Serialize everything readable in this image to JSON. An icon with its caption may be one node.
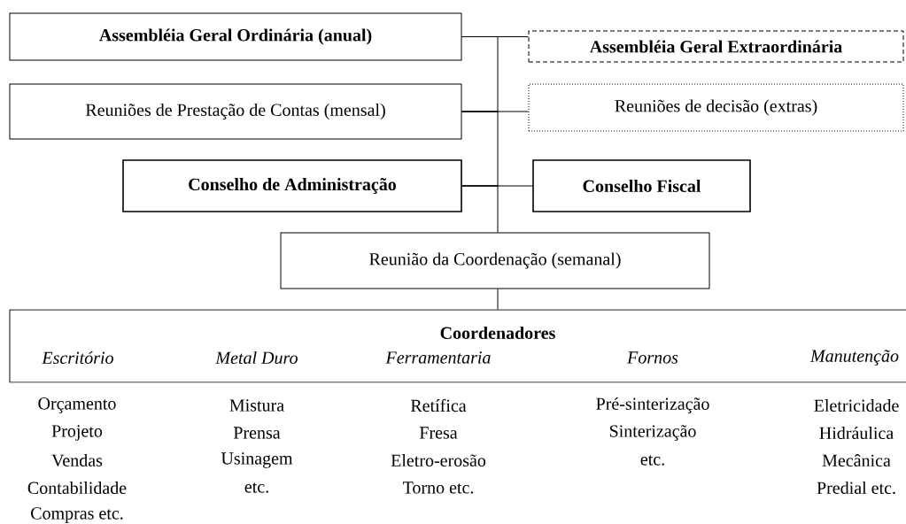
{
  "diagram": {
    "nodes": [
      {
        "text": [
          "Assembléia Geral Ordinária (anual)"
        ]
      },
      {
        "text": [
          "Assembléia Geral Extraordinária"
        ]
      },
      {
        "text": [
          "Reuniões de Prestação de Contas (mensal)"
        ]
      },
      {
        "text": [
          "Reuniões de decisão (extras)"
        ]
      },
      {
        "text": [
          "Conselho de Administração"
        ]
      },
      {
        "text": [
          "Conselho Fiscal"
        ]
      },
      {
        "text": [
          "Reunião da Coordenação (semanal)"
        ]
      },
      {
        "text": [
          "Coordenadores",
          "Escritório",
          "Metal Duro",
          "Ferramentaria",
          "Fornos",
          "Manutenção"
        ]
      }
    ],
    "edges": [
      {
        "from": 0,
        "to": 1,
        "arrow": "none"
      },
      {
        "from": 2,
        "to": 3,
        "arrow": "none"
      },
      {
        "from": 4,
        "to": 5,
        "arrow": "none"
      },
      {
        "from": 0,
        "to": 2,
        "arrow": "none"
      },
      {
        "from": 2,
        "to": 4,
        "arrow": "none"
      },
      {
        "from": 4,
        "to": 6,
        "arrow": "none"
      },
      {
        "from": 6,
        "to": 7,
        "arrow": "none"
      }
    ],
    "labels": [
      "Orçamento",
      "Projeto",
      "Vendas",
      "Contabilidade",
      "Compras etc.",
      "Mistura",
      "Prensa",
      "Usinagem",
      "etc.",
      "Retífica",
      "Fresa",
      "Eletro-erosão",
      "Torno etc.",
      "Pré-sinterização",
      "Sinterização",
      "etc.",
      "Eletricidade",
      "Hidráulica",
      "Mecânica",
      "Predial etc."
    ]
  }
}
